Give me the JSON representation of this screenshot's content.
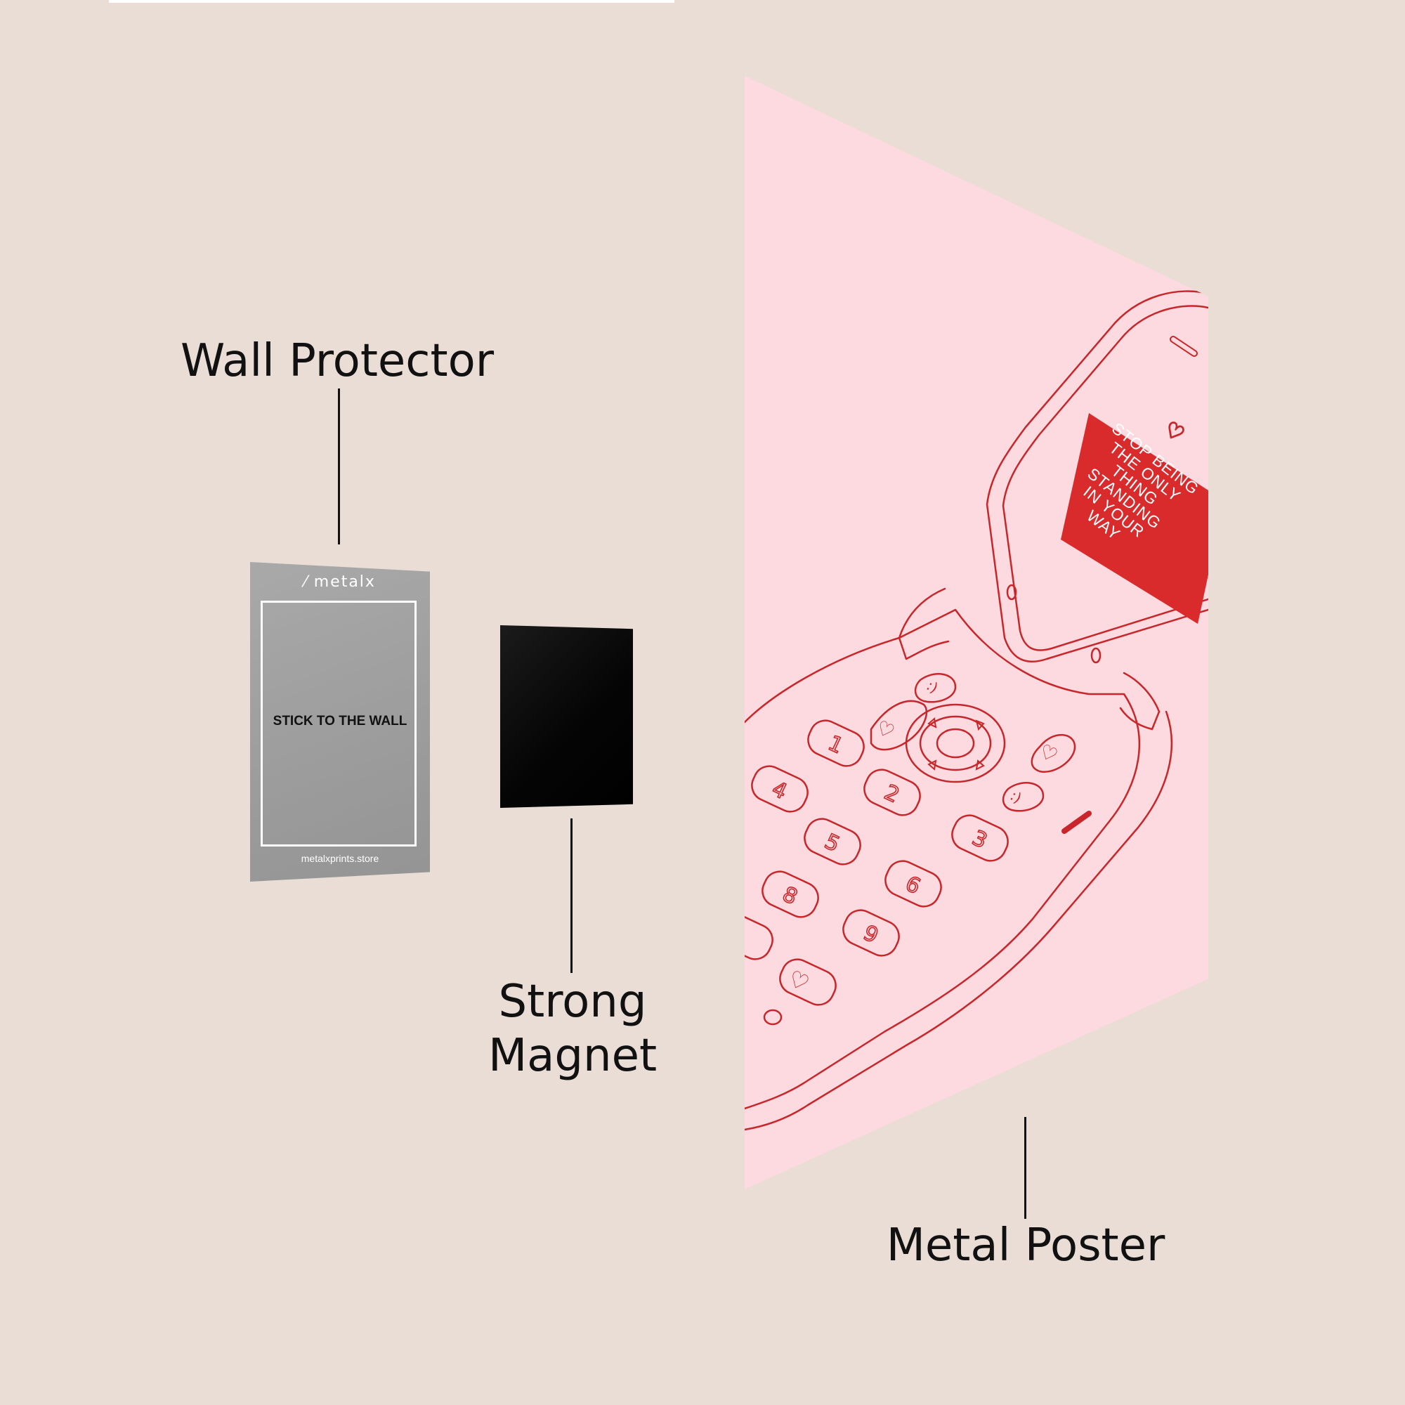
{
  "labels": {
    "wall_protector": "Wall Protector",
    "strong_magnet_line1": "Strong",
    "strong_magnet_line2": "Magnet",
    "metal_poster": "Metal Poster"
  },
  "wall_protector": {
    "brand": "metalx",
    "instruction": "STICK TO THE WALL",
    "website": "metalxprints.store"
  },
  "poster": {
    "screen_lines": [
      "STOP BEING",
      "THE ONLY",
      "THING",
      "STANDING",
      "IN YOUR",
      "WAY"
    ],
    "keypad_keys": [
      "1",
      "2",
      "3",
      "4",
      "5",
      "6",
      "8",
      "9"
    ]
  },
  "colors": {
    "background": "#e9ddd5",
    "poster_pink": "#fcdadf",
    "line_red": "#c8262a",
    "screen_red": "#d92a2c",
    "protector_gray": "#a3a3a3",
    "magnet_black": "#080808",
    "label_text": "#111111"
  },
  "icons": [
    "heart-icon",
    "smiley-icon",
    "metalx-logo-icon"
  ]
}
